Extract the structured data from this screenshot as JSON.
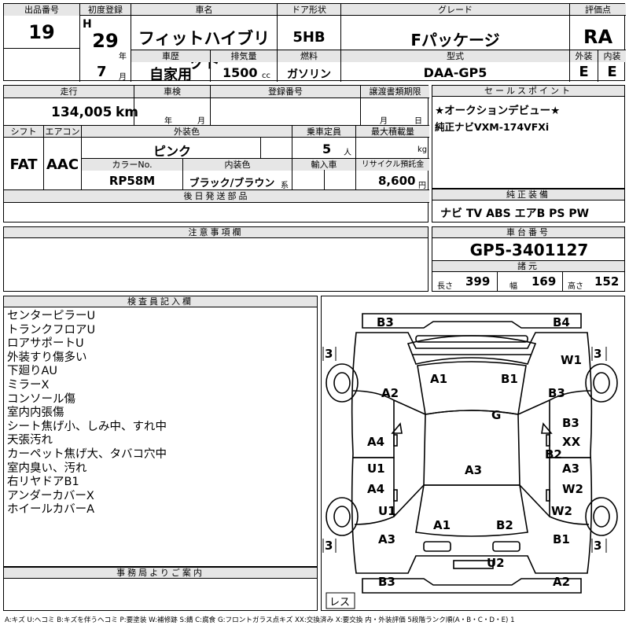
{
  "header": {
    "lot_label": "出品番号",
    "lot": "19",
    "first_reg_label": "初度登録",
    "era": "H",
    "year": "29",
    "year_unit": "年",
    "month": "7",
    "month_unit": "月",
    "car_name_label": "車名",
    "car_name": "フィットハイブリッド",
    "door_label": "ドア形状",
    "door": "5HB",
    "grade_label": "グレード",
    "grade": "Fパッケージ",
    "score_label": "評価点",
    "score": "RA",
    "history_label": "車歴",
    "history": "自家用",
    "displacement_label": "排気量",
    "displacement": "1500",
    "displacement_unit": "cc",
    "fuel_label": "燃料",
    "fuel": "ガソリン",
    "model_label": "型式",
    "model": "DAA-GP5",
    "ext_label": "外装",
    "ext": "E",
    "int_label": "内装",
    "int": "E"
  },
  "row2": {
    "mileage_label": "走行",
    "mileage": "134,005",
    "mileage_unit": "km",
    "inspection_label": "車検",
    "insp_year_unit": "年",
    "insp_month_unit": "月",
    "regno_label": "登録番号",
    "transfer_label": "譲渡書類期限",
    "transfer_month_unit": "月",
    "transfer_day_unit": "日",
    "shift_label": "シフト",
    "shift": "FAT",
    "ac_label": "エアコン",
    "ac": "AAC",
    "color_label": "外装色",
    "color": "ピンク",
    "color_no_label": "カラーNo.",
    "color_no": "RP58M",
    "interior_color_label": "内装色",
    "interior_color": "ブラック/ブラウン",
    "interior_color_suffix": "系",
    "capacity_label": "乗車定員",
    "capacity": "5",
    "capacity_unit": "人",
    "max_load_label": "最大積載量",
    "max_load_unit": "kg",
    "import_label": "輸入車",
    "recycle_label": "リサイクル預託金",
    "recycle": "8,600",
    "recycle_unit": "円",
    "later_parts_label": "後日発送部品"
  },
  "sales": {
    "label": "セールスポイント",
    "lines": [
      "★オークションデビュー★",
      "純正ナビVXM-174VFXi"
    ]
  },
  "equipment": {
    "label": "純正装備",
    "value": "ナビ TV ABS エアB PS PW"
  },
  "notes": {
    "label": "注意事項欄"
  },
  "chassis": {
    "label": "車台番号",
    "value": "GP5-3401127",
    "spec_label": "諸元",
    "length_label": "長さ",
    "length": "399",
    "width_label": "幅",
    "width": "169",
    "height_label": "高さ",
    "height": "152"
  },
  "inspector": {
    "label": "検査員記入欄",
    "lines": [
      "センターピラーU",
      "トランクフロアU",
      "ロアサポートU",
      "外装すり傷多い",
      "下廻りAU",
      "ミラーX",
      "コンソール傷",
      "室内内張傷",
      "シート焦げ小、しみ中、すれ中",
      "天張汚れ",
      "カーペット焦げ大、タバコ穴中",
      "室内臭い、汚れ",
      "右リヤドアB1",
      "アンダーカバーX",
      "ホイールカバーA"
    ]
  },
  "office": {
    "label": "事務局よりご案内"
  },
  "diagram": {
    "marks": [
      "B3",
      "B4",
      "A1",
      "B1",
      "W1",
      "A2",
      "B3",
      "G",
      "B3",
      "A4",
      "XX",
      "B2",
      "U1",
      "A3",
      "A3",
      "A4",
      "W2",
      "U1",
      "W2",
      "A1",
      "B2",
      "A3",
      "B1",
      "U2",
      "B3",
      "A2"
    ],
    "tire_marks": [
      "3",
      "3",
      "3",
      "3"
    ],
    "spare_label": "レス"
  },
  "legend": "A:キズ U:ヘコミ B:キズを伴うヘコミ P:要塗装 W:補修跡 S:錆 C:腐食 G:フロントガラス点キズ XX:交換済み X:要交換 内・外装評価 5段階ランク順(A・B・C・D・E) 1"
}
